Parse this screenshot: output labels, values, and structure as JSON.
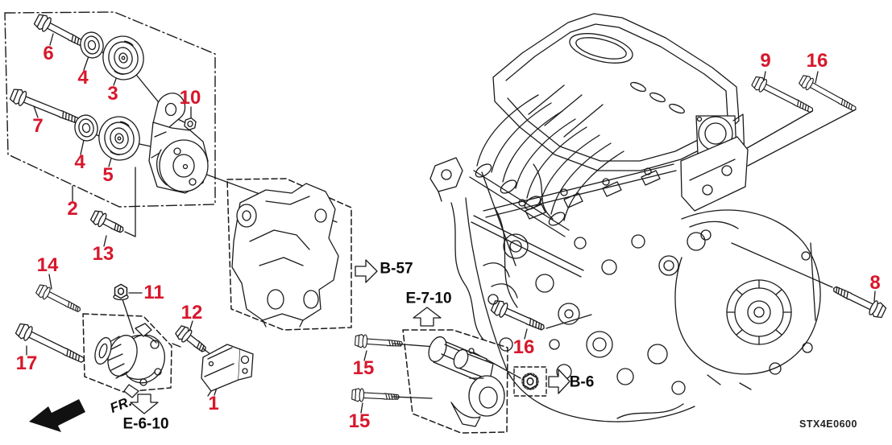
{
  "diagram": {
    "code": "STX4E0600",
    "fr_label": "FR.",
    "colors": {
      "callout_red": "#d7182c",
      "line_black": "#1a1a1a",
      "background": "#ffffff"
    },
    "callouts": {
      "c1": "1",
      "c2": "2",
      "c3": "3",
      "c4a": "4",
      "c4b": "4",
      "c5": "5",
      "c6": "6",
      "c7": "7",
      "c8": "8",
      "c9": "9",
      "c10": "10",
      "c11": "11",
      "c12": "12",
      "c13": "13",
      "c14": "14",
      "c15a": "15",
      "c15b": "15",
      "c16a": "16",
      "c16b": "16",
      "c17": "17"
    },
    "refs": {
      "b57": "B-57",
      "e7_10": "E-7-10",
      "b6": "B-6",
      "e6_10": "E-6-10"
    }
  }
}
